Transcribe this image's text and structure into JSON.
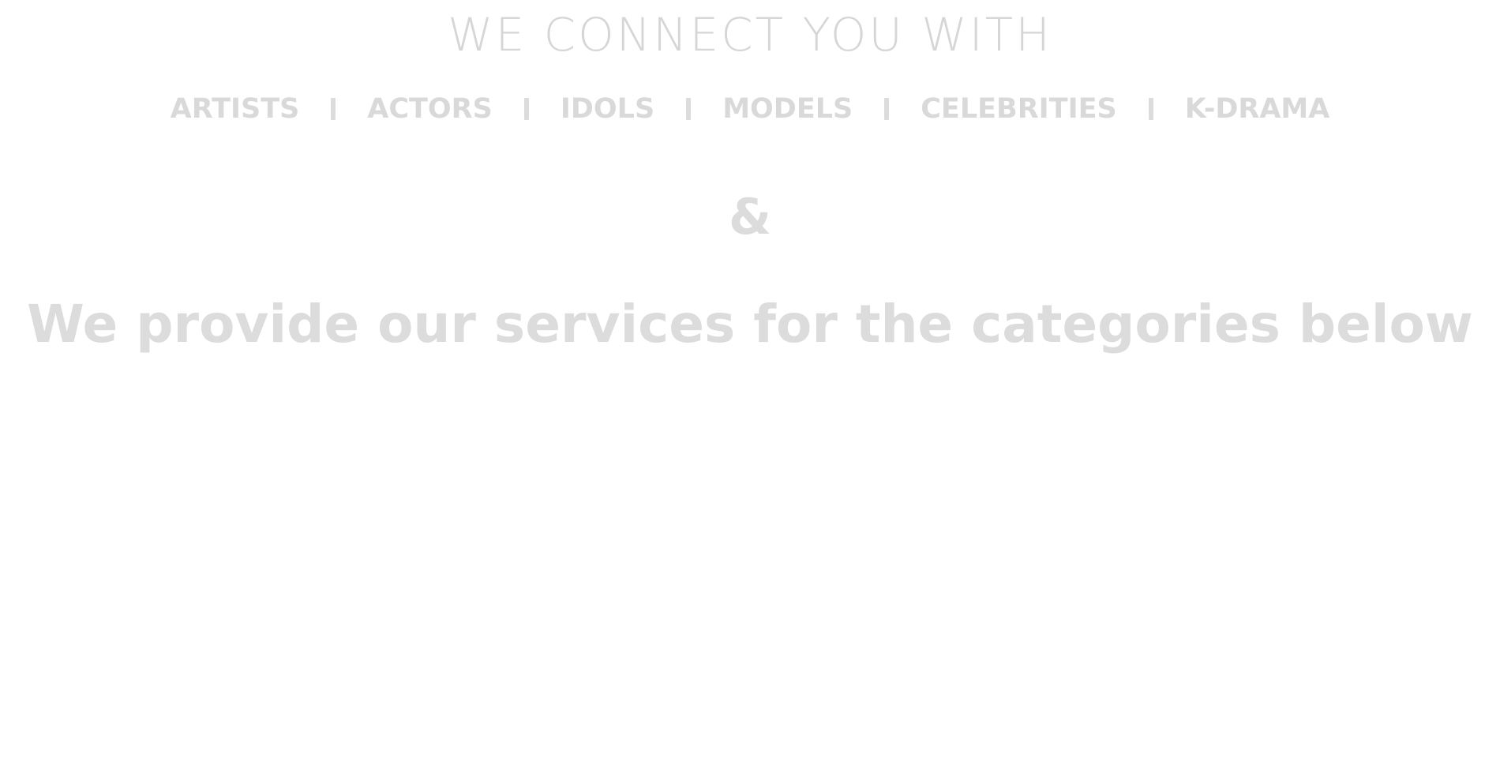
{
  "headline": "WE CONNECT YOU WITH",
  "categories": [
    "ARTISTS",
    "ACTORS",
    "IDOLS",
    "MODELS",
    "CELEBRITIES",
    "K-DRAMA"
  ],
  "ampersand": "&",
  "subheadline": "We provide our services for the categories below",
  "colors": {
    "background": "#ffffff",
    "text": "#dcdcdc"
  }
}
